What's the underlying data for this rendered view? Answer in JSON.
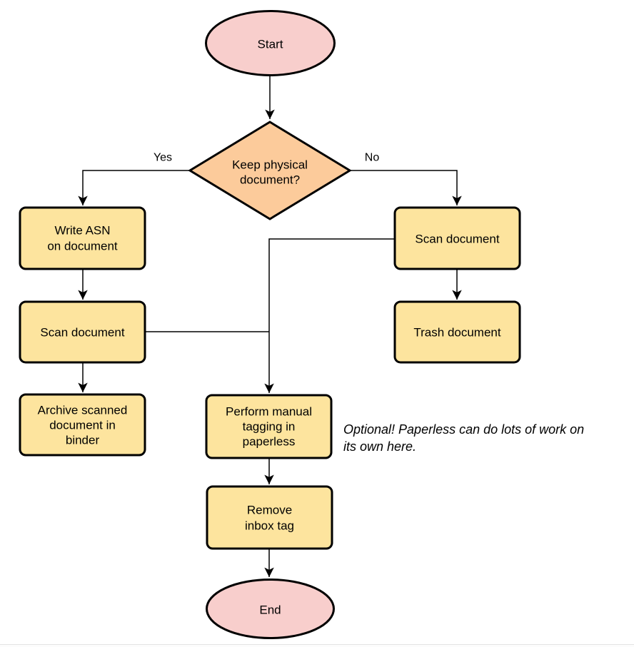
{
  "diagram": {
    "kind": "flowchart",
    "colors": {
      "terminal_fill": "#f8cecc",
      "decision_fill": "#fccb9b",
      "process_fill": "#fde49e",
      "stroke": "#000000",
      "background": "#ffffff"
    },
    "nodes": {
      "start": {
        "label": "Start"
      },
      "decision": {
        "lines": [
          "Keep physical",
          "document?"
        ]
      },
      "write_asn": {
        "lines": [
          "Write ASN",
          "on document"
        ]
      },
      "scan_left": {
        "label": "Scan document"
      },
      "archive": {
        "lines": [
          "Archive scanned",
          "document in",
          "binder"
        ]
      },
      "scan_right": {
        "label": "Scan document"
      },
      "trash": {
        "label": "Trash document"
      },
      "tagging": {
        "lines": [
          "Perform manual",
          "tagging in",
          "paperless"
        ]
      },
      "remove_inbox": {
        "lines": [
          "Remove",
          "inbox tag"
        ]
      },
      "end": {
        "label": "End"
      }
    },
    "edge_labels": {
      "yes": "Yes",
      "no": "No"
    },
    "annotation": {
      "lines": [
        "Optional! Paperless can do lots of work on",
        "its own here."
      ]
    }
  }
}
